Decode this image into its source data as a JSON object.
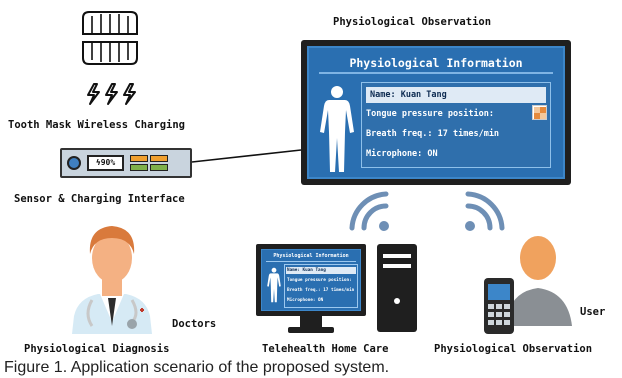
{
  "labels": {
    "tooth_mask": "Tooth Mask Wireless Charging",
    "sensor_interface": "Sensor & Charging Interface",
    "physio_obs_top": "Physiological Observation",
    "doctors": "Doctors",
    "physio_diagnosis": "Physiological Diagnosis",
    "telehealth": "Telehealth Home Care",
    "physio_obs_bottom": "Physiological Observation",
    "user": "User"
  },
  "device": {
    "battery": "90%"
  },
  "monitor": {
    "title": "Physiological Information",
    "name": "Name: Kuan Tang",
    "tongue": "Tongue pressure position:",
    "breath": "Breath freq.: 17 times/min",
    "microphone": "Microphone: ON"
  },
  "small_monitor": {
    "title": "Physiological Information",
    "name": "Name: Kuan Tang",
    "tongue": "Tongue pressure position:",
    "breath": "Breath freq.: 17 times/min",
    "microphone": "Microphone: ON"
  },
  "caption": "Figure 1. Application scenario of the proposed system.",
  "colors": {
    "screen_blue": "#2a6fb1",
    "doctor_skin": "#f4b183",
    "doctor_hair": "#d97a3c",
    "user_head": "#f0a25e",
    "user_body": "#8a8f94",
    "wifi_blue": "#6e8fb5"
  },
  "icons": [
    "teeth-icon",
    "lightning-icon",
    "body-silhouette-icon",
    "wifi-icon",
    "computer-tower-icon",
    "phone-icon",
    "doctor-icon",
    "user-icon"
  ]
}
